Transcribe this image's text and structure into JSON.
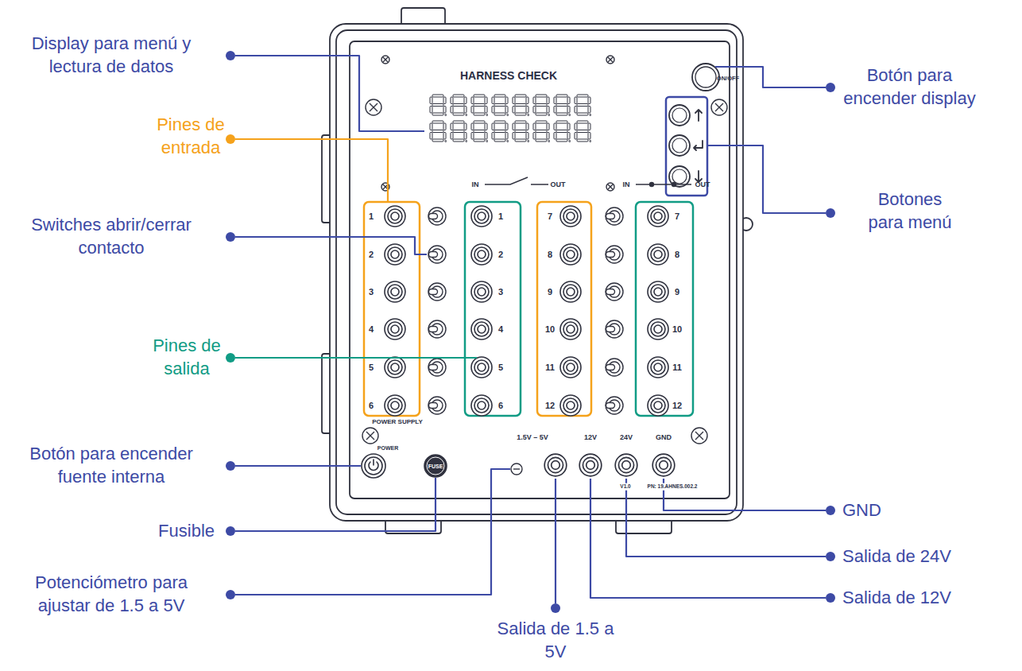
{
  "diagram": {
    "labels": [
      "Display para menú y lectura de datos",
      "Pines de entrada",
      "Switches abrir/cerrar contacto",
      "Pines de salida",
      "Botón para encender fuente interna",
      "Fusible",
      "Potenciómetro para ajustar de 1.5 a 5V",
      "Salida de 1.5 a 5V",
      "Salida de 12V",
      "Salida de 24V",
      "GND",
      "Botones para menú",
      "Botón para encender display",
      "HARNESS CHECK",
      "ON/OFF",
      "IN",
      "OUT",
      "IN",
      "OUT",
      "1",
      "2",
      "3",
      "4",
      "5",
      "6",
      "1",
      "2",
      "3",
      "4",
      "5",
      "6",
      "7",
      "8",
      "9",
      "10",
      "11",
      "12",
      "7",
      "8",
      "9",
      "10",
      "11",
      "12",
      "POWER SUPPLY",
      "POWER",
      "FUSE",
      "1.5V – 5V",
      "12V",
      "24V",
      "GND",
      "V1.0",
      "PN: 19.AHNES.002.2"
    ]
  }
}
